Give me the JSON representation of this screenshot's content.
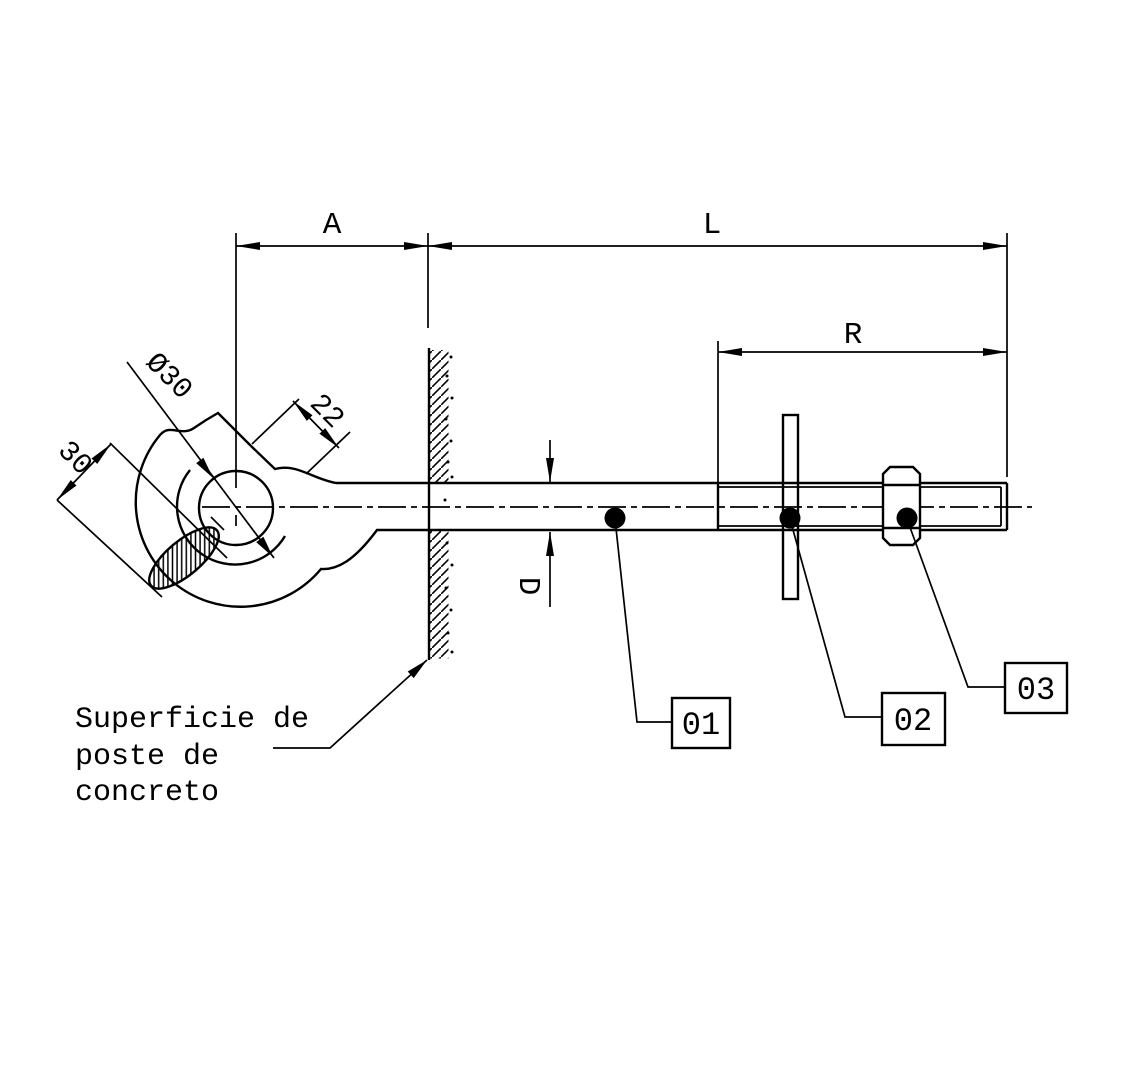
{
  "dims": {
    "a": "A",
    "l": "L",
    "r": "R",
    "d": "D",
    "eye_diameter": "Ø30",
    "neck_width": "22",
    "tip_section": "30"
  },
  "callouts": {
    "c1": "01",
    "c2": "02",
    "c3": "03"
  },
  "note": {
    "line1": "Superficie de",
    "line2": "poste de",
    "line3": "concreto"
  },
  "colors": {
    "ink": "#000000",
    "paper": "#ffffff"
  }
}
